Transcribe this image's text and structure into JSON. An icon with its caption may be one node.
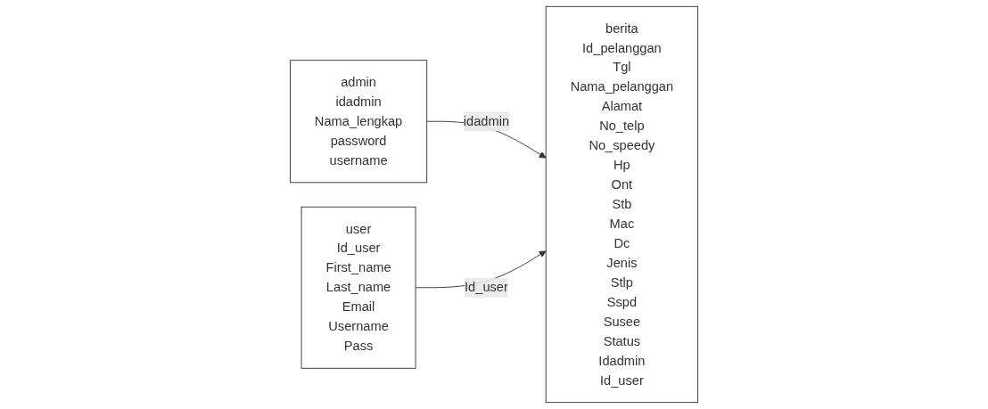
{
  "diagram": {
    "nodes": [
      {
        "text": [
          "admin",
          "idadmin",
          "Nama_lengkap",
          "password",
          "username"
        ]
      },
      {
        "text": [
          "berita",
          "Id_pelanggan",
          "Tgl",
          "Nama_pelanggan",
          "Alamat",
          "No_telp",
          "No_speedy",
          "Hp",
          "Ont",
          "Stb",
          "Mac",
          "Dc",
          "Jenis",
          "Stlp",
          "Sspd",
          "Susee",
          "Status",
          "Idadmin",
          "Id_user"
        ]
      },
      {
        "text": [
          "user",
          "Id_user",
          "First_name",
          "Last_name",
          "Email",
          "Username",
          "Pass"
        ]
      }
    ],
    "edges": [
      {
        "from": 0,
        "to": 1,
        "arrow": "to",
        "label": "idadmin"
      },
      {
        "from": 2,
        "to": 1,
        "arrow": "to",
        "label": "Id_user"
      }
    ]
  }
}
